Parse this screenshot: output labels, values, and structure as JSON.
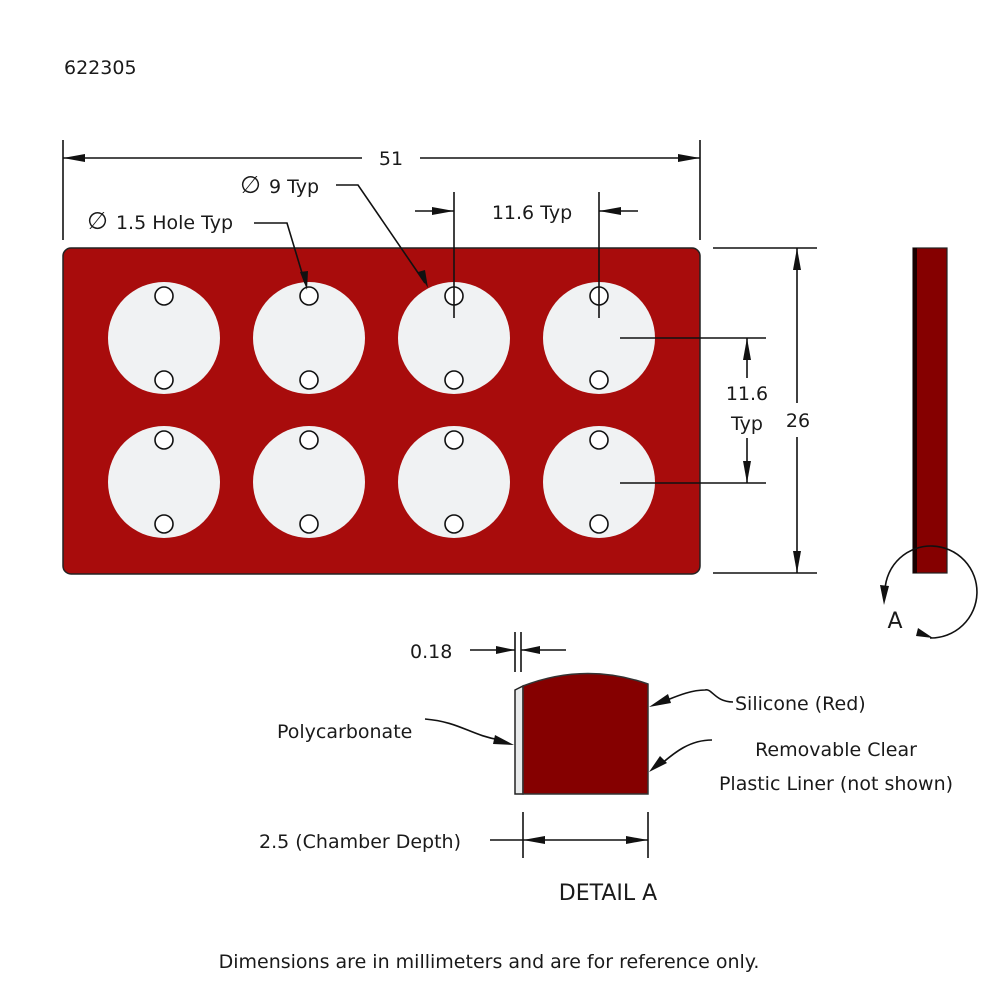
{
  "drawing": {
    "part_number": "622305",
    "footer_note": "Dimensions are in millimeters and are for reference only.",
    "colors": {
      "silicone": "#a80c0c",
      "silicone_dark": "#850000",
      "well": "#f0f2f3",
      "line": "#111111"
    }
  },
  "front_view": {
    "dimensions": {
      "overall_width": "51",
      "overall_height": "26",
      "well_diameter_symbol": "∅",
      "well_diameter": "9 Typ",
      "hole_diameter_symbol": "∅",
      "hole_diameter": "1.5 Hole Typ",
      "horizontal_pitch": "11.6 Typ",
      "vertical_pitch_value": "11.6",
      "vertical_pitch_suffix": "Typ"
    },
    "wells": {
      "rows": 2,
      "columns": 4,
      "holes_per_well": 2
    }
  },
  "side_view": {
    "detail_callout": "A"
  },
  "detail_a": {
    "title": "DETAIL A",
    "liner_thickness": "0.18",
    "chamber_depth": "2.5 (Chamber Depth)",
    "labels": {
      "polycarbonate": "Polycarbonate",
      "silicone": "Silicone (Red)",
      "liner_line1": "Removable Clear",
      "liner_line2": "Plastic Liner (not shown)"
    }
  }
}
